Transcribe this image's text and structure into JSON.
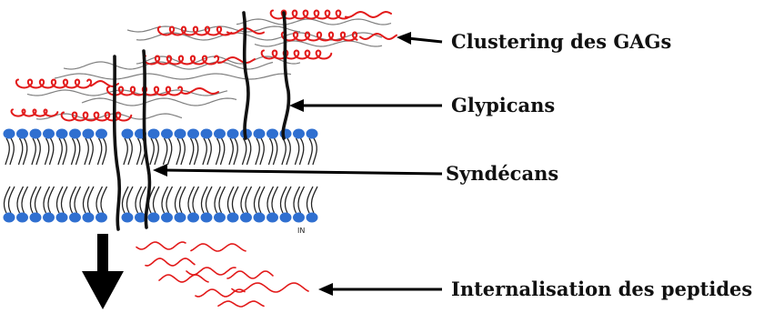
{
  "labels": {
    "clustering": "Clustering des GAGs",
    "glypicans": "Glypicans",
    "syndecans": "Syndécans",
    "internalisation": "Internalisation des peptides",
    "in_side": "IN"
  },
  "colors": {
    "gag_chain": "#e21a1a",
    "glycan": "#808080",
    "proteoglycan_core": "#111111",
    "lipid_head": "#2f6fd0",
    "lipid_tail": "#222222",
    "arrow": "#000000"
  },
  "icons": {
    "down_arrow": "internalisation-arrow"
  }
}
